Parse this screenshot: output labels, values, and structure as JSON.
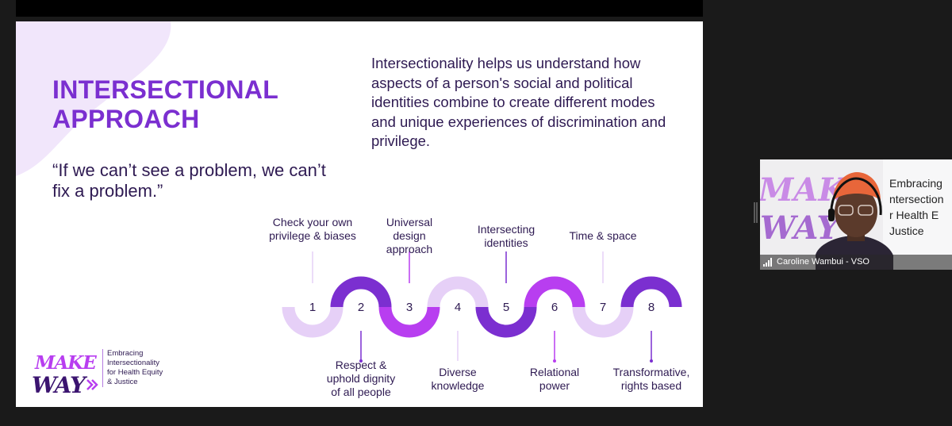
{
  "slide": {
    "title_line1": "INTERSECTIONAL",
    "title_line2": "APPROACH",
    "quote": "“If we can’t see a problem, we can’t fix a problem.”",
    "definition": "Intersectionality helps us understand how aspects of a person's social and political identities combine to create different modes and unique experiences of discrimination and privilege.",
    "steps": [
      {
        "number": "1",
        "label": "Check your own privilege & biases"
      },
      {
        "number": "2",
        "label": "Respect & uphold dignity of all people"
      },
      {
        "number": "3",
        "label": "Universal design approach"
      },
      {
        "number": "4",
        "label": "Diverse knowledge"
      },
      {
        "number": "5",
        "label": "Intersecting identities"
      },
      {
        "number": "6",
        "label": "Relational power"
      },
      {
        "number": "7",
        "label": "Time & space"
      },
      {
        "number": "8",
        "label": "Transformative, rights based"
      }
    ],
    "brand": {
      "logo_word1": "MAKE",
      "logo_word2": "WAY",
      "tagline_line1": "Embracing",
      "tagline_line2": "Intersectionality",
      "tagline_line3": "for Health Equity",
      "tagline_line4": "& Justice"
    },
    "colors": {
      "accent_purple": "#7b2fd0",
      "light_lilac": "#e6d0f7",
      "magenta": "#b83ef0",
      "dark_text": "#2e1a52"
    }
  },
  "participant": {
    "name": "Caroline Wambui - VSO",
    "background_text_line1": "Embracing",
    "background_text_line2": "ntersection",
    "background_text_line3": "r Health E",
    "background_text_line4": "Justice",
    "background_logo_word1": "MAKE",
    "background_logo_word2": "WAY",
    "signal_icon": "signal-bars-icon"
  }
}
